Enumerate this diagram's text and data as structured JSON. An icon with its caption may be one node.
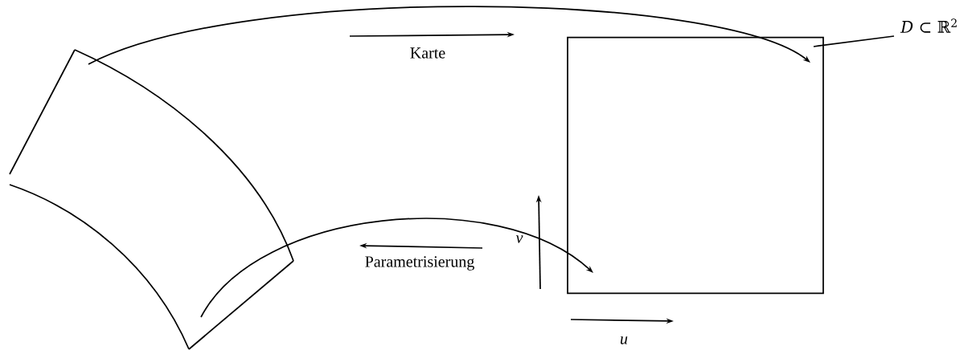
{
  "diagram": {
    "nodes": [
      {
        "text": [],
        "shape": "box"
      },
      {
        "text": [],
        "shape": "box"
      },
      {
        "text": [
          "*D* ⊂ ℝ$^{2}$"
        ]
      }
    ],
    "edges": [
      {
        "from": 0,
        "to": 1,
        "arrow": "to"
      },
      {
        "from": 0,
        "to": 1,
        "arrow": "to"
      },
      {
        "from": 2,
        "to": 1,
        "arrow": "none"
      }
    ],
    "labels": [
      "Karte",
      "Parametrisierung",
      "v",
      "u"
    ]
  }
}
